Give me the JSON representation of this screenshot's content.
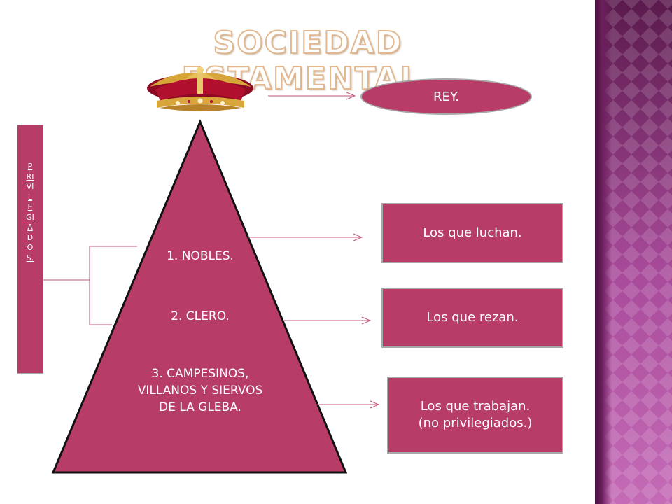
{
  "title": "SOCIEDAD ESTAMENTAL.",
  "icons": {
    "crown": "crown-icon"
  },
  "colors": {
    "box_fill": "#b83c68",
    "box_border": "#a8a8a8",
    "connector": "#c25577",
    "title_outline": "#e1b88f"
  },
  "king": {
    "label": "REY."
  },
  "privileged": {
    "label": "PRIVILEGIADOS."
  },
  "pyramid": {
    "tiers": [
      {
        "label": "1. NOBLES."
      },
      {
        "label": "2. CLERO."
      },
      {
        "label": "3. CAMPESINOS, VILLANOS Y SIERVOS DE LA GLEBA."
      }
    ]
  },
  "roles": [
    {
      "label": "Los que luchan."
    },
    {
      "label": "Los que rezan."
    },
    {
      "label": "Los que trabajan.\n(no privilegiados.)"
    }
  ]
}
